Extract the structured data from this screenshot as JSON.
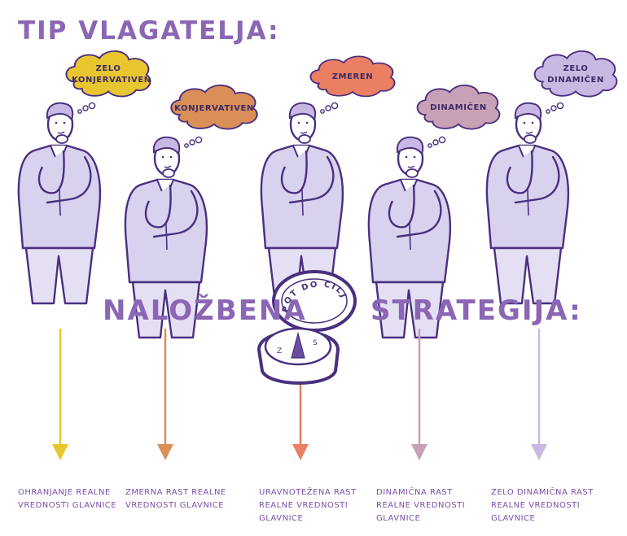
{
  "title": "TIP VLAGATELJA:",
  "label_left": "NALOŽBENA",
  "label_right": "STRATEGIJA:",
  "compass": {
    "lid_text": "POT DO CILJEV",
    "dial_left": "Z",
    "dial_right": "S"
  },
  "colors": {
    "purple": "#8a66b4",
    "ink": "#4a2f80",
    "very_conservative": "#e8c62f",
    "conservative": "#d98f57",
    "moderate": "#ea7f63",
    "dynamic": "#c9a1b6",
    "very_dynamic": "#c8b8e3"
  },
  "investors": [
    {
      "type_line1": "ZELO",
      "type_line2": "KONJERVATIVEN",
      "strategy_line1": "OHRANJANJE REALNE",
      "strategy_line2": "VREDNOSTI GLAVNICE",
      "strategy_line3": ""
    },
    {
      "type_line1": "KONJERVATIVEN",
      "type_line2": "",
      "strategy_line1": "ZMERNA RAST REALNE",
      "strategy_line2": "VREDNOSTI GLAVNICE",
      "strategy_line3": ""
    },
    {
      "type_line1": "ZMEREN",
      "type_line2": "",
      "strategy_line1": "URAVNOTEŽENA RAST",
      "strategy_line2": "REALNE VREDNOSTI",
      "strategy_line3": "GLAVNICE"
    },
    {
      "type_line1": "DINAMIČEN",
      "type_line2": "",
      "strategy_line1": "DINAMIČNA RAST",
      "strategy_line2": "REALNE VREDNOSTI",
      "strategy_line3": "GLAVNICE"
    },
    {
      "type_line1": "ZELO",
      "type_line2": "DINAMIČEN",
      "strategy_line1": "ZELO DINAMIČNA RAST",
      "strategy_line2": "REALNE VREDNOSTI",
      "strategy_line3": "GLAVNICE"
    }
  ]
}
